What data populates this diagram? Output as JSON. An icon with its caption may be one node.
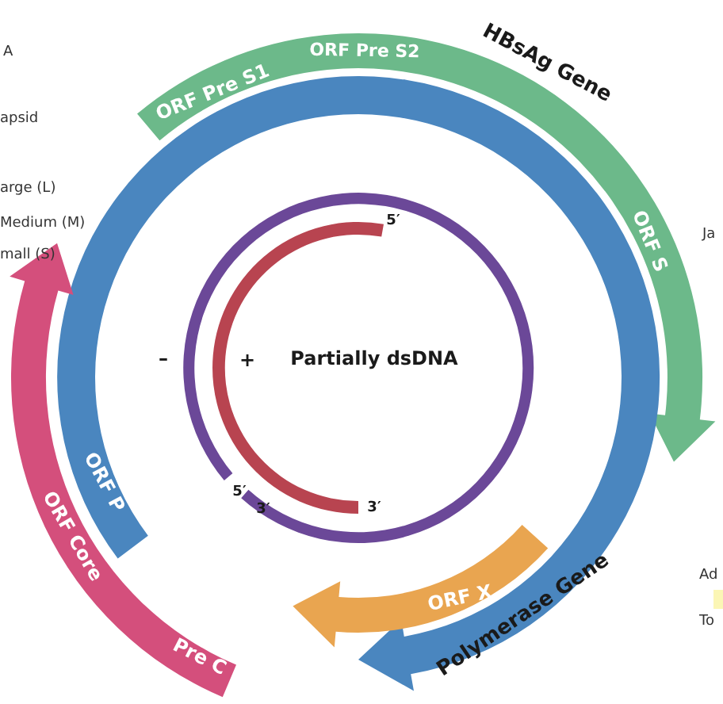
{
  "diagram": {
    "nodes": [
      {
        "text": [
          "HBsAg Gene",
          "ORF Pre S1",
          "ORF Pre S2",
          "ORF S"
        ]
      },
      {
        "text": [
          "ORF P",
          "Polymerase Gene"
        ]
      },
      {
        "text": [
          "ORF Core",
          "Pre C"
        ]
      },
      {
        "text": [
          "ORF X"
        ]
      },
      {
        "text": [
          "–",
          "5′",
          "3′"
        ]
      },
      {
        "text": [
          "+",
          "5′",
          "3′"
        ]
      }
    ],
    "labels": [
      "A",
      "apsid",
      "arge (L)",
      "Medium (M)",
      "Ja",
      "mall (S)",
      "Partially dsDNA",
      "Ad",
      "To"
    ]
  }
}
